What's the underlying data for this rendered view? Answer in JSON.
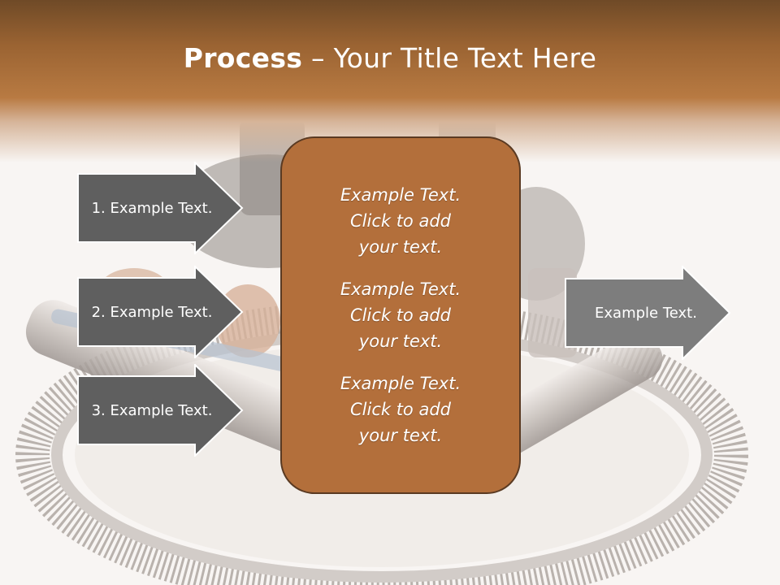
{
  "title": {
    "bold": "Process",
    "rest": " – Your Title Text Here"
  },
  "left_arrows": [
    {
      "label": "1. Example Text."
    },
    {
      "label": "2. Example Text."
    },
    {
      "label": "3. Example Text."
    }
  ],
  "center_blocks": [
    {
      "text": "Example Text.\nClick  to add\nyour text."
    },
    {
      "text": "Example Text.\nClick  to add\nyour text."
    },
    {
      "text": "Example Text.\nClick  to add\nyour text."
    }
  ],
  "right_arrow": {
    "label": "Example Text."
  },
  "colors": {
    "header_brown": "#9a6332",
    "box_fill": "#b36f3b",
    "box_border": "#5a3a22",
    "left_arrow_fill": "#5f5f5f",
    "right_arrow_fill": "#7d7d7d"
  },
  "background_image": "mechanical-parts-gear-photo"
}
